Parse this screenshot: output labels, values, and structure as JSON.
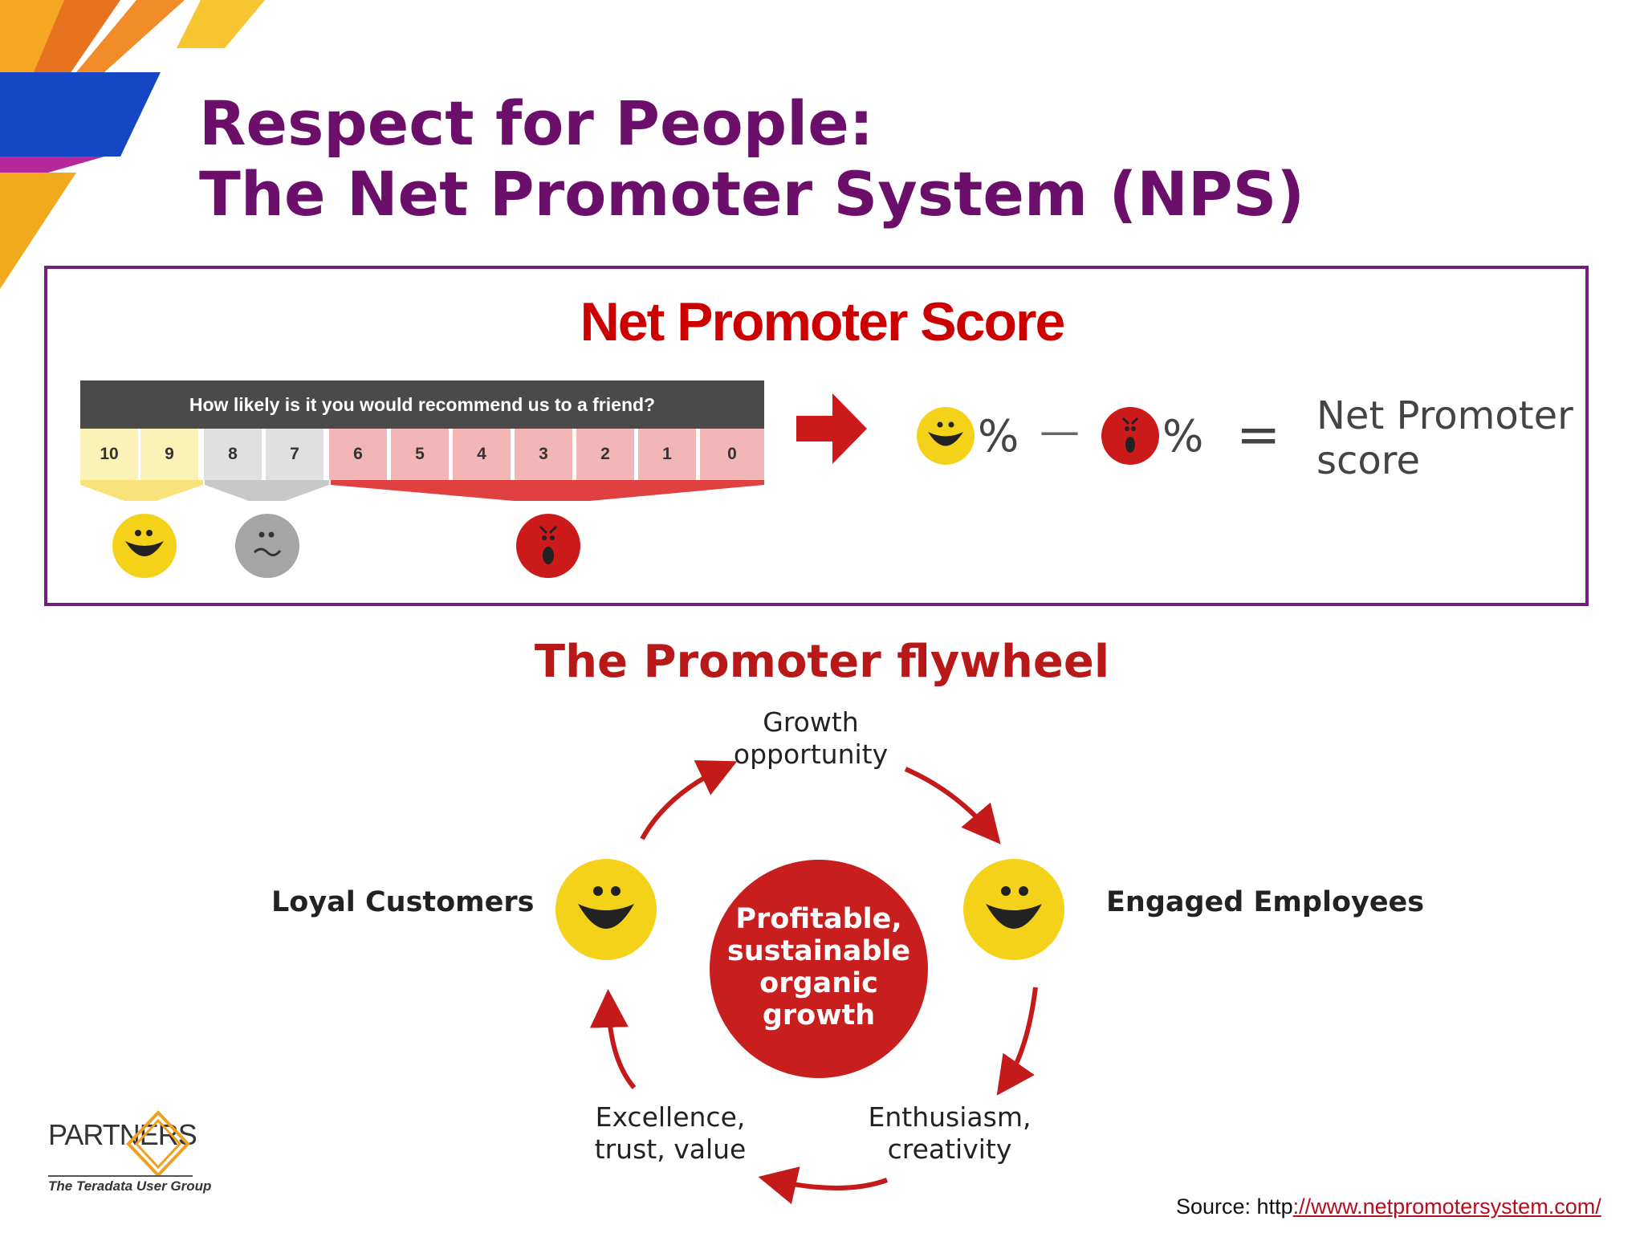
{
  "slide": {
    "title_line1": "Respect for People:",
    "title_line2": "The Net Promoter System (NPS)"
  },
  "nps": {
    "heading": "Net Promoter Score",
    "question": "How likely is it you would recommend us to a friend?",
    "scores": [
      "10",
      "9",
      "8",
      "7",
      "6",
      "5",
      "4",
      "3",
      "2",
      "1",
      "0"
    ],
    "groups": {
      "promoters": {
        "scores": [
          "10",
          "9"
        ],
        "icon": "happy-face-icon",
        "color": "#f5d21a"
      },
      "passives": {
        "scores": [
          "8",
          "7"
        ],
        "icon": "neutral-face-icon",
        "color": "#9e9e9e"
      },
      "detractors": {
        "scores": [
          "6",
          "5",
          "4",
          "3",
          "2",
          "1",
          "0"
        ],
        "icon": "angry-face-icon",
        "color": "#cc1a1a"
      }
    },
    "formula": {
      "percent_1": "%",
      "minus": "—",
      "percent_2": "%",
      "equals": "=",
      "result_line1": "Net Promoter",
      "result_line2": "score"
    }
  },
  "flywheel": {
    "title": "The Promoter flywheel",
    "top_line1": "Growth",
    "top_line2": "opportunity",
    "left_label": "Loyal Customers",
    "right_label": "Engaged Employees",
    "bottom_left_line1": "Excellence,",
    "bottom_left_line2": "trust, value",
    "bottom_right_line1": "Enthusiasm,",
    "bottom_right_line2": "creativity",
    "center_line1": "Profitable,",
    "center_line2": "sustainable",
    "center_line3": "organic",
    "center_line4": "growth"
  },
  "logo": {
    "name": "PARTNERS",
    "subtitle": "The Teradata User Group"
  },
  "source": {
    "prefix": "Source: http",
    "link": "://www.netpromotersystem.com/"
  },
  "colors": {
    "title": "#6b0f6b",
    "box_border": "#70207a",
    "nps_red": "#cc0000",
    "flywheel_red": "#c41a1a",
    "smiley_yellow": "#f5d21a"
  }
}
